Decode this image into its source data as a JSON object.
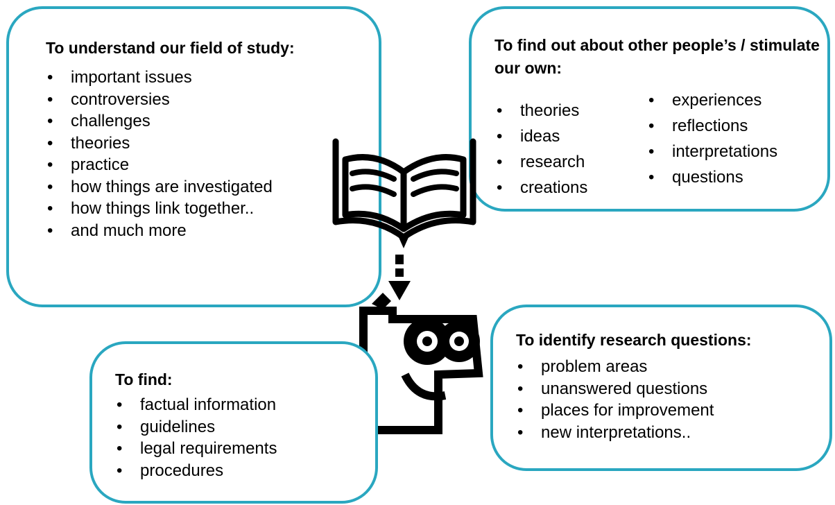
{
  "boxes": {
    "top_left": {
      "title": "To understand our field of study:",
      "items": [
        "important issues",
        "controversies",
        "challenges",
        "theories",
        "practice",
        "how things are investigated",
        "how things link together..",
        "and much more"
      ]
    },
    "top_right": {
      "title": "To find out about other people’s / stimulate our own:",
      "col1": [
        "theories",
        "ideas",
        "research",
        "creations"
      ],
      "col2": [
        "experiences",
        "reflections",
        "interpretations",
        "questions"
      ]
    },
    "bottom_left": {
      "title": "To find:",
      "items": [
        "factual information",
        "guidelines",
        "legal requirements",
        "procedures"
      ]
    },
    "bottom_right": {
      "title": "To identify research questions:",
      "items": [
        "problem areas",
        "unanswered questions",
        "places for improvement",
        "new interpretations.."
      ]
    }
  },
  "icons": {
    "book": "open-book-icon",
    "arrow": "dashed-down-arrow-icon",
    "face": "thinking-face-icon"
  },
  "colors": {
    "box_border": "#2aa7c0",
    "icon": "#000000"
  }
}
